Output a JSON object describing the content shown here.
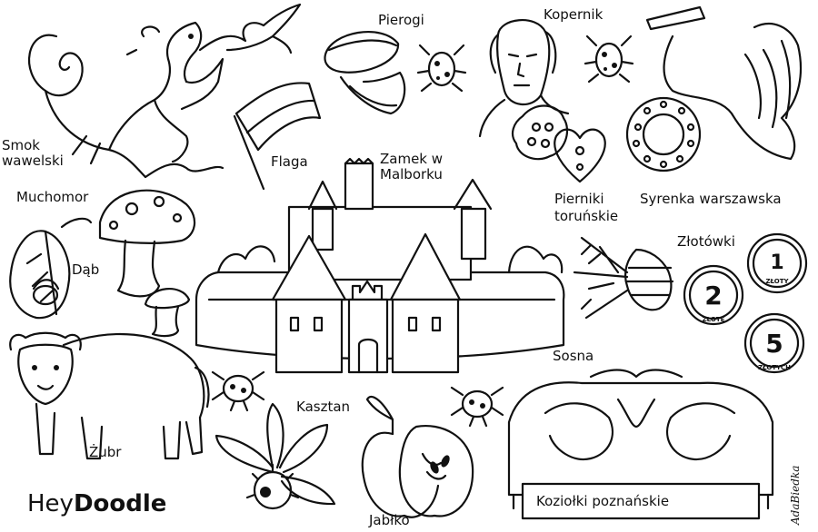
{
  "labels": {
    "smok": "Smok wawelski",
    "flaga": "Flaga",
    "pierogi": "Pierogi",
    "kopernik": "Kopernik",
    "muchomor": "Muchomor",
    "zamek": "Zamek w Malborku",
    "pierniki": "Pierniki toruńskie",
    "syrenka": "Syrenka warszawska",
    "dab": "Dąb",
    "zlotowki": "Złotówki",
    "sosna": "Sosna",
    "zubr": "Żubr",
    "kasztan": "Kasztan",
    "jablko": "Jabłko",
    "koziolki": "Koziołki poznańskie"
  },
  "coins": [
    {
      "number": "1",
      "text": "ZŁOTY"
    },
    {
      "number": "2",
      "text": "ZŁOTE"
    },
    {
      "number": "5",
      "text": "ZŁOTYCH"
    }
  ],
  "brand": {
    "part1": "Hey",
    "part2": "Doodle"
  },
  "signature": "AdaBiedka",
  "colors": {
    "line": "#111111",
    "background": "#ffffff"
  }
}
